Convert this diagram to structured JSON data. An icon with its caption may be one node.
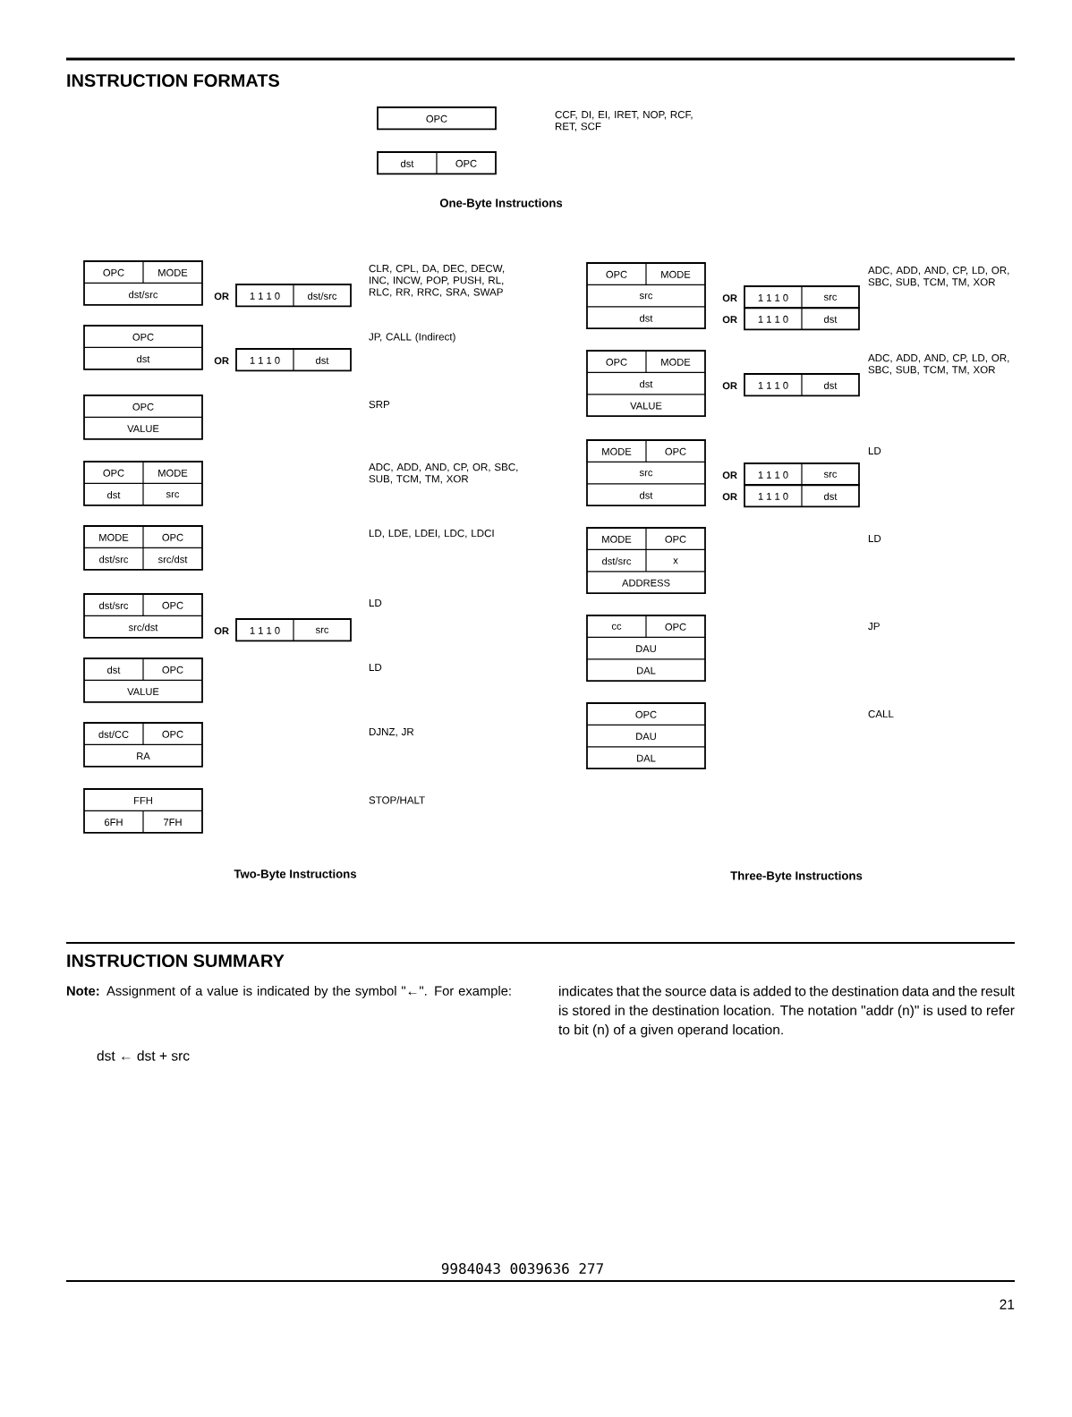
{
  "diagram": {
    "title": "INSTRUCTION FORMATS",
    "nodes": [
      {
        "text": [
          "OPC"
        ]
      },
      {
        "text": [
          "dst",
          "OPC"
        ]
      },
      {
        "text": [
          "OPC",
          "MODE",
          "dst/src"
        ]
      },
      {
        "text": [
          "1 1 1 0",
          "dst/src"
        ],
        "beside": [
          "OR"
        ]
      },
      {
        "text": [
          "OPC",
          "dst"
        ]
      },
      {
        "text": [
          "1 1 1 0",
          "dst"
        ],
        "beside": [
          "OR"
        ]
      },
      {
        "text": [
          "OPC",
          "VALUE"
        ]
      },
      {
        "text": [
          "OPC",
          "MODE",
          "dst",
          "src"
        ]
      },
      {
        "text": [
          "MODE",
          "OPC",
          "dst/src",
          "src/dst"
        ]
      },
      {
        "text": [
          "dst/src",
          "OPC",
          "src/dst"
        ]
      },
      {
        "text": [
          "1 1 1 0",
          "src"
        ],
        "beside": [
          "OR"
        ]
      },
      {
        "text": [
          "dst",
          "OPC",
          "VALUE"
        ]
      },
      {
        "text": [
          "dst/CC",
          "OPC",
          "RA"
        ]
      },
      {
        "text": [
          "FFH",
          "6FH",
          "7FH"
        ]
      },
      {
        "text": [
          "OPC",
          "MODE",
          "src",
          "dst"
        ]
      },
      {
        "text": [
          "1 1 1 0",
          "src"
        ],
        "beside": [
          "OR"
        ]
      },
      {
        "text": [
          "1 1 1 0",
          "dst"
        ],
        "beside": [
          "OR"
        ]
      },
      {
        "text": [
          "OPC",
          "MODE",
          "dst",
          "VALUE"
        ]
      },
      {
        "text": [
          "1 1 1 0",
          "dst"
        ],
        "beside": [
          "OR"
        ]
      },
      {
        "text": [
          "MODE",
          "OPC",
          "src",
          "dst"
        ]
      },
      {
        "text": [
          "1 1 1 0",
          "src"
        ],
        "beside": [
          "OR"
        ]
      },
      {
        "text": [
          "1 1 1 0",
          "dst"
        ],
        "beside": [
          "OR"
        ]
      },
      {
        "text": [
          "MODE",
          "OPC",
          "dst/src",
          "x",
          "ADDRESS"
        ]
      },
      {
        "text": [
          "cc",
          "OPC",
          "DAU",
          "DAL"
        ]
      },
      {
        "text": [
          "OPC",
          "DAU",
          "DAL"
        ]
      }
    ],
    "labels": [
      "CCF, DI, EI, IRET, NOP, RCF, RET, SCF",
      "One-Byte Instructions",
      "CLR, CPL, DA, DEC, DECW, INC, INCW, POP, PUSH, RL, RLC, RR, RRC, SRA, SWAP",
      "JP, CALL (Indirect)",
      "SRP",
      "ADC, ADD, AND, CP, OR, SBC, SUB, TCM, TM, XOR",
      "LD, LDE, LDEI, LDC, LDCI",
      "LD",
      "LD",
      "DJNZ, JR",
      "STOP/HALT",
      "ADC, ADD, AND, CP, LD, OR, SBC, SUB, TCM, TM, XOR",
      "ADC, ADD, AND, CP, LD, OR, SBC, SUB, TCM, TM, XOR",
      "LD",
      "LD",
      "JP",
      "CALL",
      "Two-Byte Instructions",
      "Three-Byte Instructions",
      "INSTRUCTION SUMMARY",
      "**Note:** Assignment of a value is indicated by the symbol \"←\". For example:",
      "dst ← dst + src",
      "indicates that the source data is added to the destination data and the result is stored in the destination location. The notation \"addr (n)\" is used to refer to bit (n) of a given operand location.",
      "9984043 0039636 277",
      "21"
    ]
  }
}
